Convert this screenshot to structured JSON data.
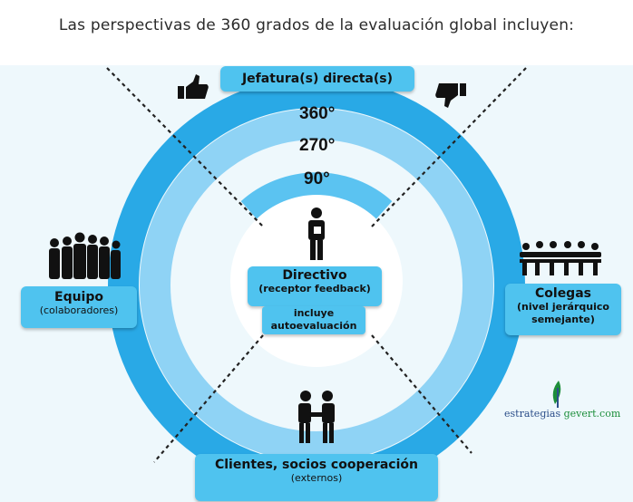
{
  "title": "Las perspectivas de 360 grados de la evaluación global incluyen:",
  "top_box": "Jefatura(s) directa(s)",
  "rings": {
    "outer": "360°",
    "middle": "270°",
    "inner": "90°"
  },
  "center": {
    "title": "Directivo",
    "subtitle": "(receptor feedback)",
    "note_line1": "incluye",
    "note_line2": "autoevaluación"
  },
  "left_box": {
    "title": "Equipo",
    "subtitle": "(colaboradores)"
  },
  "right_box": {
    "title": "Colegas",
    "subtitle_line1": "(nivel jerárquico",
    "subtitle_line2": "semejante)"
  },
  "bottom_box": {
    "title": "Clientes, socios cooperación",
    "subtitle": "(externos)"
  },
  "brand": {
    "part1": "estrategias",
    "part2": "gevert.com"
  },
  "colors": {
    "ring_outer": "#29a9e6",
    "ring_middle": "#8fd3f5",
    "ring_inner": "#5bc3f1",
    "box": "#4fc3ef"
  },
  "icons": [
    "thumbs-up-icon",
    "thumbs-down-icon",
    "person-icon",
    "team-icon",
    "meeting-icon",
    "handshake-icon",
    "leaf-logo-icon"
  ]
}
